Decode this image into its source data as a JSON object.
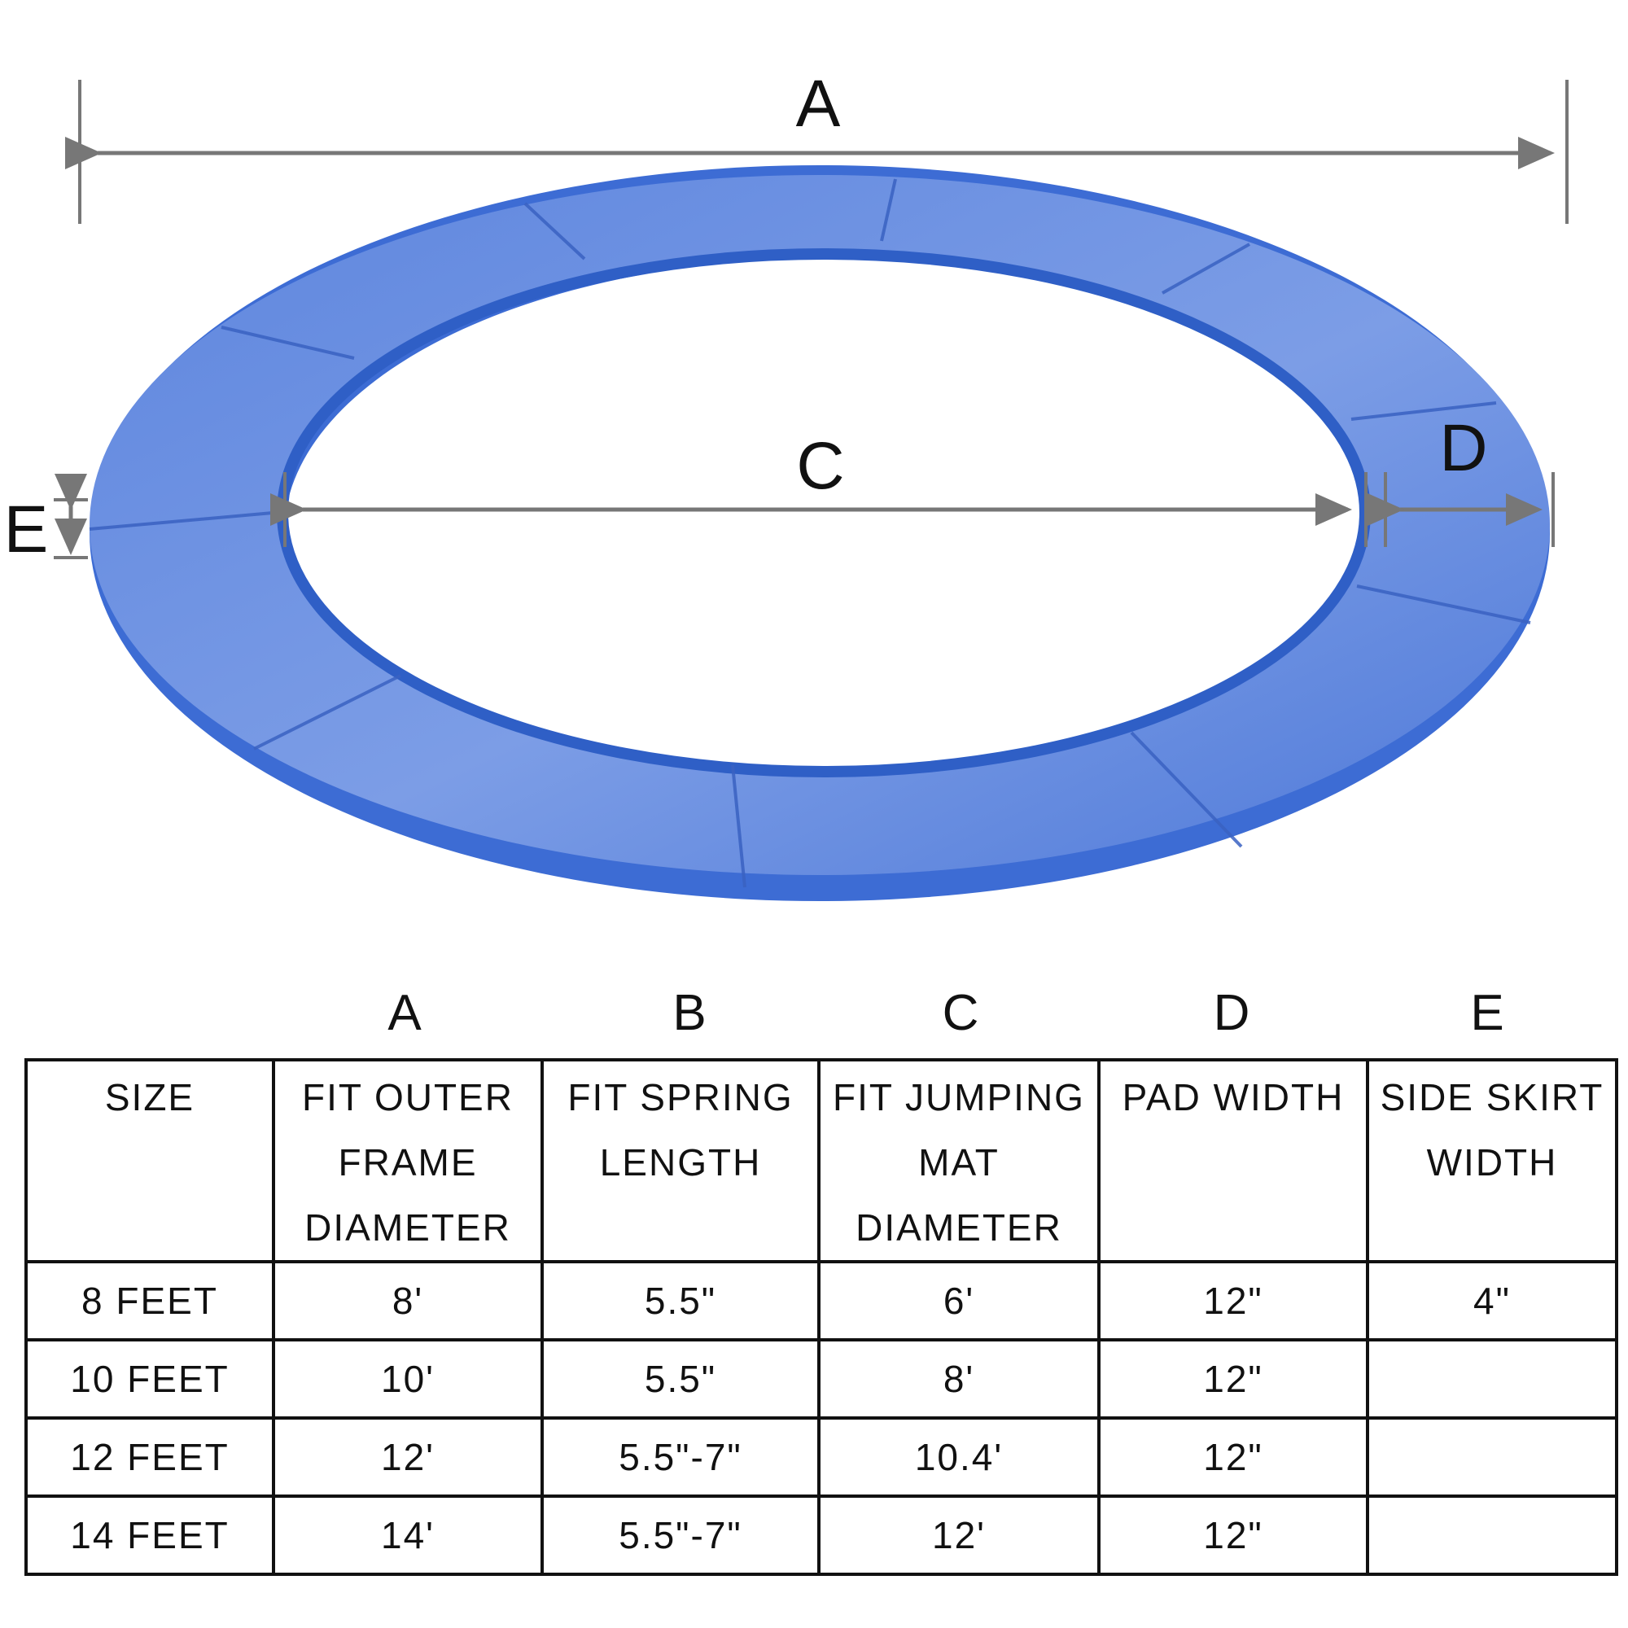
{
  "diagram": {
    "labels": {
      "a": "A",
      "c": "C",
      "d": "D",
      "e": "E"
    },
    "colors": {
      "ring_light": "#8fadea",
      "ring_mid": "#6f93e3",
      "ring_dark": "#3f6fd6",
      "arrow": "#777777"
    }
  },
  "table": {
    "column_letters": [
      "A",
      "B",
      "C",
      "D",
      "E"
    ],
    "header": {
      "size": [
        "SIZE"
      ],
      "a": [
        "FIT OUTER",
        "FRAME",
        "DIAMETER"
      ],
      "b": [
        "FIT SPRING",
        "LENGTH"
      ],
      "c": [
        "FIT JUMPING",
        "MAT",
        "DIAMETER"
      ],
      "d": [
        "PAD WIDTH"
      ],
      "e": [
        "SIDE SKIRT",
        "WIDTH"
      ]
    },
    "rows": [
      [
        "8 FEET",
        "8'",
        "5.5\"",
        "6'",
        "12\"",
        "4\""
      ],
      [
        "10 FEET",
        "10'",
        "5.5\"",
        "8'",
        "12\"",
        ""
      ],
      [
        "12 FEET",
        "12'",
        "5.5\"-7\"",
        "10.4'",
        "12\"",
        ""
      ],
      [
        "14 FEET",
        "14'",
        "5.5\"-7\"",
        "12'",
        "12\"",
        ""
      ]
    ]
  }
}
